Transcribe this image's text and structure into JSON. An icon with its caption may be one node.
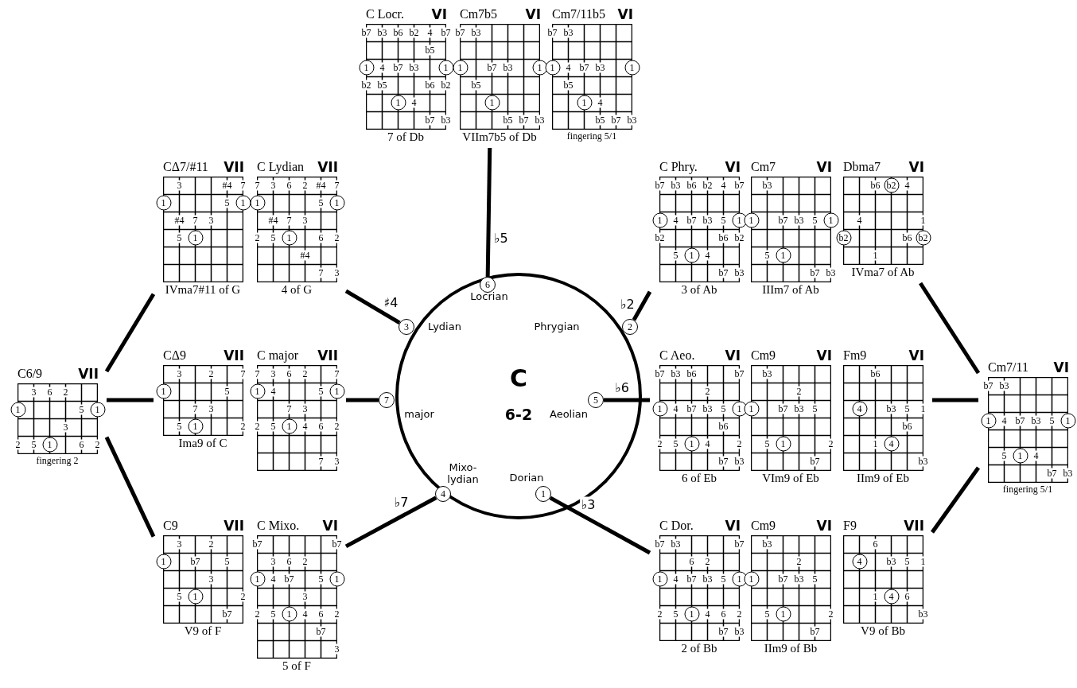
{
  "diagram": {
    "nodes": [
      {
        "text": [
          "C Locr.",
          "VI",
          "b7 b3 b6 b2 4 b7",
          "b5",
          "1 4 b7 b3 1",
          "b2 b5 b6 b2",
          "1 4",
          "b7 b3"
        ],
        "beside": [
          "7 of Db"
        ]
      },
      {
        "text": [
          "Cm7b5",
          "VI",
          "b7 b3",
          "1 b7 b3 1",
          "b5",
          "1",
          "b5 b7 b3"
        ],
        "beside": [
          "VIIm7b5 of Db"
        ]
      },
      {
        "text": [
          "Cm7/11b5",
          "VI",
          "b7 b3",
          "1 4 b7 b3 1",
          "b5",
          "1 4",
          "b5 b7 b3"
        ],
        "beside": [
          "fingering 5/1"
        ]
      },
      {
        "text": [
          "CΔ7/#11",
          "VII",
          "3 #4 7",
          "1 5 1",
          "#4 7 3",
          "5 1"
        ],
        "beside": [
          "IVma7#11 of G"
        ]
      },
      {
        "text": [
          "C Lydian",
          "VII",
          "7 3 6 2 #4 7",
          "1 5 1",
          "#4 7 3",
          "2 5 1 6 2",
          "#4",
          "7 3"
        ],
        "beside": [
          "4 of G"
        ]
      },
      {
        "text": [
          "C Phry.",
          "VI",
          "b7 b3 b6 b2 4 b7",
          "1 4 b7 b3 5 1",
          "b2 b6 b2",
          "5 1 4",
          "b7 b3"
        ],
        "beside": [
          "3 of Ab"
        ]
      },
      {
        "text": [
          "Cm7",
          "VI",
          "b3",
          "1 b7 b3 5 1",
          "5 1",
          "b7 b3"
        ],
        "beside": [
          "IIIm7 of Ab"
        ]
      },
      {
        "text": [
          "Dbma7",
          "VI",
          "b6 b2 4",
          "4 1",
          "b2 b6 b2",
          "1"
        ],
        "beside": [
          "IVma7 of Ab"
        ]
      },
      {
        "text": [
          "6"
        ],
        "in": 11
      },
      {
        "text": [
          "3"
        ],
        "in": 11
      },
      {
        "text": [
          "2"
        ],
        "in": 11
      },
      {
        "text": [
          "C",
          "6-2",
          "Locrian",
          "Lydian",
          "Phrygian",
          "major",
          "Aeolian",
          "Mixo- lydian",
          "Dorian"
        ]
      },
      {
        "text": [
          "C6/9",
          "VII",
          "3 6 2",
          "1 5 1",
          "3",
          "2 5 1 6 2"
        ],
        "beside": [
          "fingering 2"
        ]
      },
      {
        "text": [
          "CΔ9",
          "VII",
          "3 2 7",
          "1 5",
          "7 3",
          "5 1 2"
        ],
        "beside": [
          "Ima9 of C"
        ]
      },
      {
        "text": [
          "C major",
          "VII",
          "7 3 6 2 7",
          "1 4 5 1",
          "7 3",
          "2 5 1 4 6 2",
          "7 3"
        ]
      },
      {
        "text": [
          "7"
        ]
      },
      {
        "text": [
          "5"
        ],
        "in": 11
      },
      {
        "text": [
          "C Aeo.",
          "VI",
          "b7 b3 b6 b7",
          "2",
          "1 4 b7 b3 5 1",
          "b6",
          "2 5 1 4 2",
          "b7 b3"
        ],
        "beside": [
          "6 of Eb"
        ]
      },
      {
        "text": [
          "Cm9",
          "VI",
          "b3",
          "2",
          "1 b7 b3 5",
          "5 1 2",
          "b7"
        ],
        "beside": [
          "VIm9 of Eb"
        ]
      },
      {
        "text": [
          "Fm9",
          "VI",
          "b6",
          "4 b3 5 1",
          "b6",
          "1 4",
          "b3"
        ],
        "beside": [
          "IIm9 of Eb"
        ]
      },
      {
        "text": [
          "Cm7/11",
          "VI",
          "b7 b3",
          "1 4 b7 b3 5 1",
          "5 1 4",
          "b7 b3"
        ],
        "beside": [
          "fingering 5/1"
        ]
      },
      {
        "text": [
          "4"
        ],
        "in": 11
      },
      {
        "text": [
          "1"
        ],
        "in": 11
      },
      {
        "text": [
          "C9",
          "VII",
          "3 2",
          "1 b7 5",
          "3",
          "5 1 2",
          "b7"
        ],
        "beside": [
          "V9 of F"
        ]
      },
      {
        "text": [
          "C Mixo.",
          "VI",
          "b7 b7",
          "3 6 2",
          "1 4 b7 5 1",
          "3",
          "2 5 1 4 6 2",
          "b7",
          "3"
        ],
        "beside": [
          "5 of F"
        ]
      },
      {
        "text": [
          "C Dor.",
          "VI",
          "b7 b3 b7",
          "6 2",
          "1 4 b7 b3 5 1",
          "2 5 1 4 6 2",
          "b7 b3"
        ],
        "beside": [
          "2 of Bb"
        ]
      },
      {
        "text": [
          "Cm9",
          "VI",
          "b3",
          "2",
          "1 b7 b3 5",
          "5 1 2",
          "b7"
        ],
        "beside": [
          "IIm9 of Bb"
        ]
      },
      {
        "text": [
          "F9",
          "VII",
          "6",
          "4 b3 5 1",
          "1 4 6",
          "b3"
        ],
        "beside": [
          "V9 of Bb"
        ]
      }
    ],
    "edges": [
      {
        "from": 8,
        "to": 1,
        "arrow": "none",
        "label": "♭5"
      },
      {
        "from": 9,
        "to": 4,
        "arrow": "none",
        "label": "♯4"
      },
      {
        "from": 10,
        "to": 5,
        "arrow": "none",
        "label": "♭2"
      },
      {
        "from": 15,
        "to": 14,
        "arrow": "none"
      },
      {
        "from": 16,
        "to": 17,
        "arrow": "none",
        "label": "♭6"
      },
      {
        "from": 21,
        "to": 24,
        "arrow": "none",
        "label": "♭7"
      },
      {
        "from": 22,
        "to": 25,
        "arrow": "none",
        "label": "♭3"
      },
      {
        "from": 12,
        "to": 3,
        "arrow": "none"
      },
      {
        "from": 12,
        "to": 13,
        "arrow": "none"
      },
      {
        "from": 12,
        "to": 23,
        "arrow": "none"
      },
      {
        "from": 20,
        "to": 7,
        "arrow": "none"
      },
      {
        "from": 20,
        "to": 19,
        "arrow": "none"
      },
      {
        "from": 20,
        "to": 27,
        "arrow": "none"
      }
    ]
  }
}
